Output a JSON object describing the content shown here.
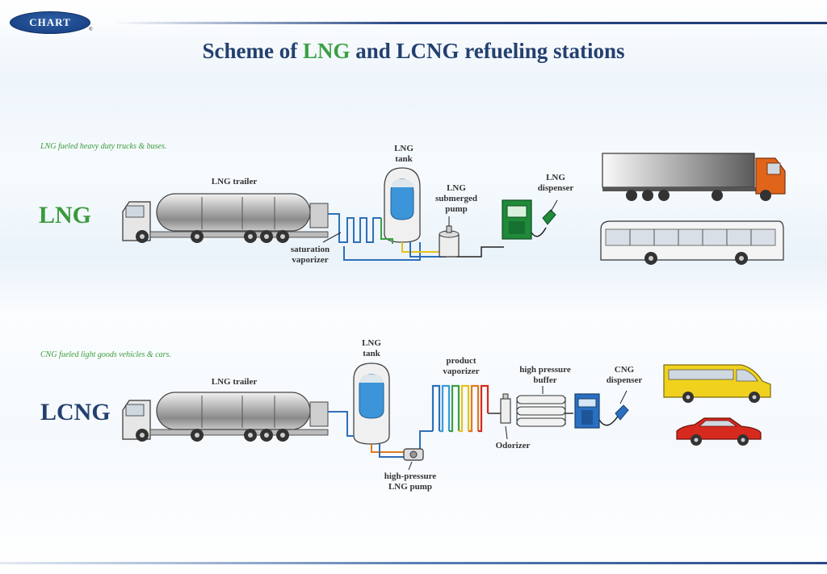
{
  "brand": {
    "logo_text": "CHART",
    "reg_mark": "®"
  },
  "title": {
    "prefix": "Scheme of ",
    "lng": "LNG",
    "middle": " and ",
    "lcng": "LCNG",
    "suffix": " refueling stations"
  },
  "lng_section": {
    "note": "LNG fueled heavy duty trucks & buses.",
    "heading": "LNG",
    "labels": {
      "trailer": "LNG trailer",
      "tank": "LNG\ntank",
      "pump": "LNG\nsubmerged\npump",
      "dispenser": "LNG\ndispenser",
      "vaporizer": "saturation\nvaporizer"
    }
  },
  "lcng_section": {
    "note": "CNG fueled light goods vehicles & cars.",
    "heading": "LCNG",
    "labels": {
      "trailer": "LNG trailer",
      "tank": "LNG\ntank",
      "product_vaporizer": "product\nvaporizer",
      "buffer": "high pressure\nbuffer",
      "dispenser": "CNG\ndispenser",
      "odorizer": "Odorizer",
      "hp_pump": "high-pressure\nLNG pump"
    }
  },
  "colors": {
    "navy": "#23406f",
    "green": "#3aa043",
    "pipe": "#2f6fb8",
    "lng_fill": "#3b95d8",
    "dispenser_green": "#1f8a3a",
    "dispenser_blue": "#2a6fc0",
    "van": "#f0d21e",
    "car": "#d62a1f",
    "truck_cab": "#e0651b"
  }
}
